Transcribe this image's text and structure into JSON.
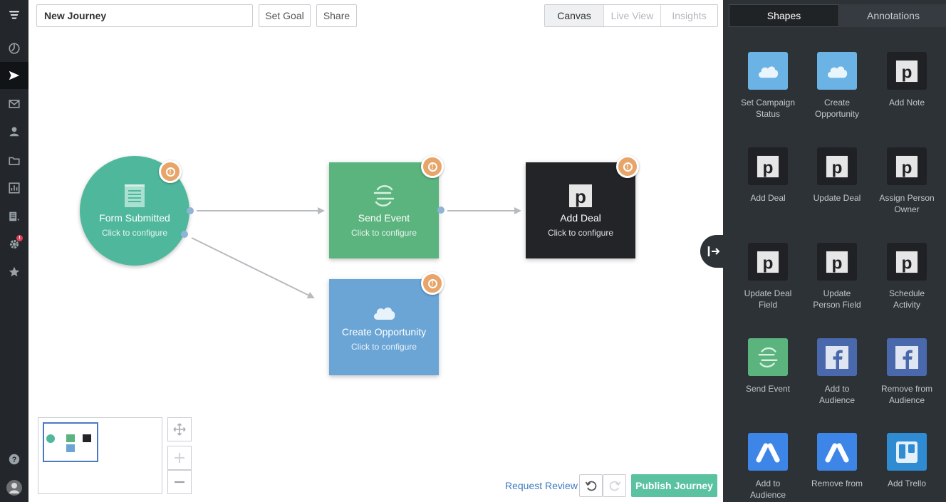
{
  "header": {
    "journey_name": "New Journey",
    "set_goal": "Set Goal",
    "share": "Share",
    "tabs": [
      "Canvas",
      "Live View",
      "Insights"
    ]
  },
  "nodes": {
    "form": {
      "title": "Form Submitted",
      "sub": "Click to configure",
      "color": "#4fb89c"
    },
    "send": {
      "title": "Send Event",
      "sub": "Click to configure",
      "color": "#5bb47e"
    },
    "deal": {
      "title": "Add Deal",
      "sub": "Click to configure",
      "color": "#222427"
    },
    "opp": {
      "title": "Create Opportunity",
      "sub": "Click to configure",
      "color": "#6aa5d6"
    }
  },
  "footer": {
    "request_review": "Request Review",
    "publish": "Publish Journey"
  },
  "panel": {
    "tabs": [
      "Shapes",
      "Annotations"
    ],
    "shapes": [
      {
        "label": "Set Campaign Status",
        "icon": "salesforce-cloud-icon"
      },
      {
        "label": "Create Opportunity",
        "icon": "salesforce-cloud-icon"
      },
      {
        "label": "Add Note",
        "icon": "pipedrive-icon"
      },
      {
        "label": "Add Deal",
        "icon": "pipedrive-icon"
      },
      {
        "label": "Update Deal",
        "icon": "pipedrive-icon"
      },
      {
        "label": "Assign Person Owner",
        "icon": "pipedrive-icon"
      },
      {
        "label": "Update Deal Field",
        "icon": "pipedrive-icon"
      },
      {
        "label": "Update Person Field",
        "icon": "pipedrive-icon"
      },
      {
        "label": "Schedule Activity",
        "icon": "pipedrive-icon"
      },
      {
        "label": "Send Event",
        "icon": "segment-icon"
      },
      {
        "label": "Add to Audience",
        "icon": "facebook-icon"
      },
      {
        "label": "Remove from Audience",
        "icon": "facebook-icon"
      },
      {
        "label": "Add to Audience",
        "icon": "adwords-icon"
      },
      {
        "label": "Remove from",
        "icon": "adwords-icon"
      },
      {
        "label": "Add Trello",
        "icon": "trello-icon"
      }
    ]
  }
}
